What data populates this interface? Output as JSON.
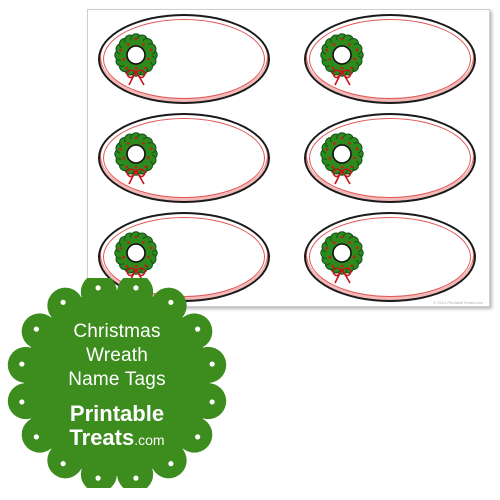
{
  "badge": {
    "title_line1": "Christmas",
    "title_line2": "Wreath",
    "title_line3": "Name Tags",
    "brand_line1": "Printable",
    "brand_line2": "Treats",
    "brand_tld": ".com",
    "color": "#3c8c1e"
  },
  "sheet": {
    "tag_count": 6,
    "copyright": "© 2014 PrintableTreats.com"
  },
  "colors": {
    "tag_border": "#1a1a1a",
    "tag_rim": "#e05c5c",
    "wreath_green": "#2e8a1c",
    "wreath_dark": "#16521a",
    "berry": "#d11a1a",
    "bow": "#c8141c"
  }
}
